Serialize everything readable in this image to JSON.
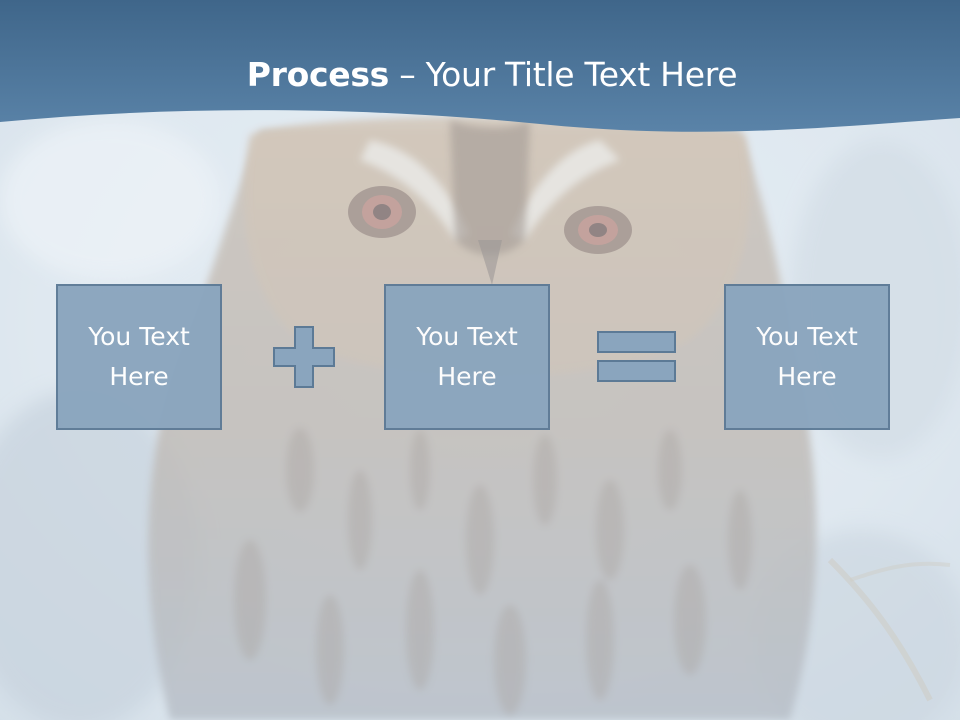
{
  "slide": {
    "title_bold": "Process",
    "title_rest": " – Your Title Text Here"
  },
  "boxes": [
    {
      "label": "You Text Here"
    },
    {
      "label": "You Text Here"
    },
    {
      "label": "You Text Here"
    }
  ],
  "operators": {
    "first": "plus-icon",
    "second": "equals-icon"
  },
  "colors": {
    "header_band": "#4d7396",
    "box_fill": "#8aa5be",
    "box_border": "#5c7a96",
    "background_overlay": "#e3ebf2"
  },
  "background": {
    "image": "owl-photo"
  }
}
